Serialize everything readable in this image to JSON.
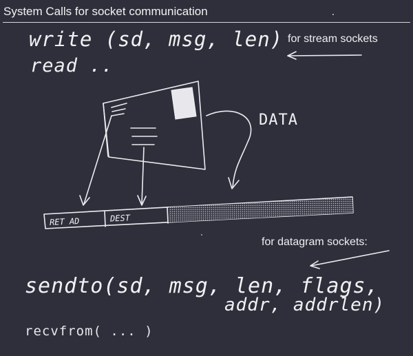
{
  "title": "System Calls for socket communication",
  "stream": {
    "call_write": "write (sd, msg, len)",
    "call_read": "read ..",
    "note": "for stream sockets"
  },
  "diagram": {
    "data_label": "DATA",
    "fields": [
      "RET AD",
      "DEST"
    ]
  },
  "datagram": {
    "note": "for datagram sockets:",
    "call_sendto_line1": "sendto(sd, msg, len, flags,",
    "call_sendto_line2": "addr, addrlen)",
    "call_recvfrom": "recvfrom( ... )"
  },
  "colors": {
    "background": "#2f2f3b",
    "ink": "#ececf0"
  }
}
